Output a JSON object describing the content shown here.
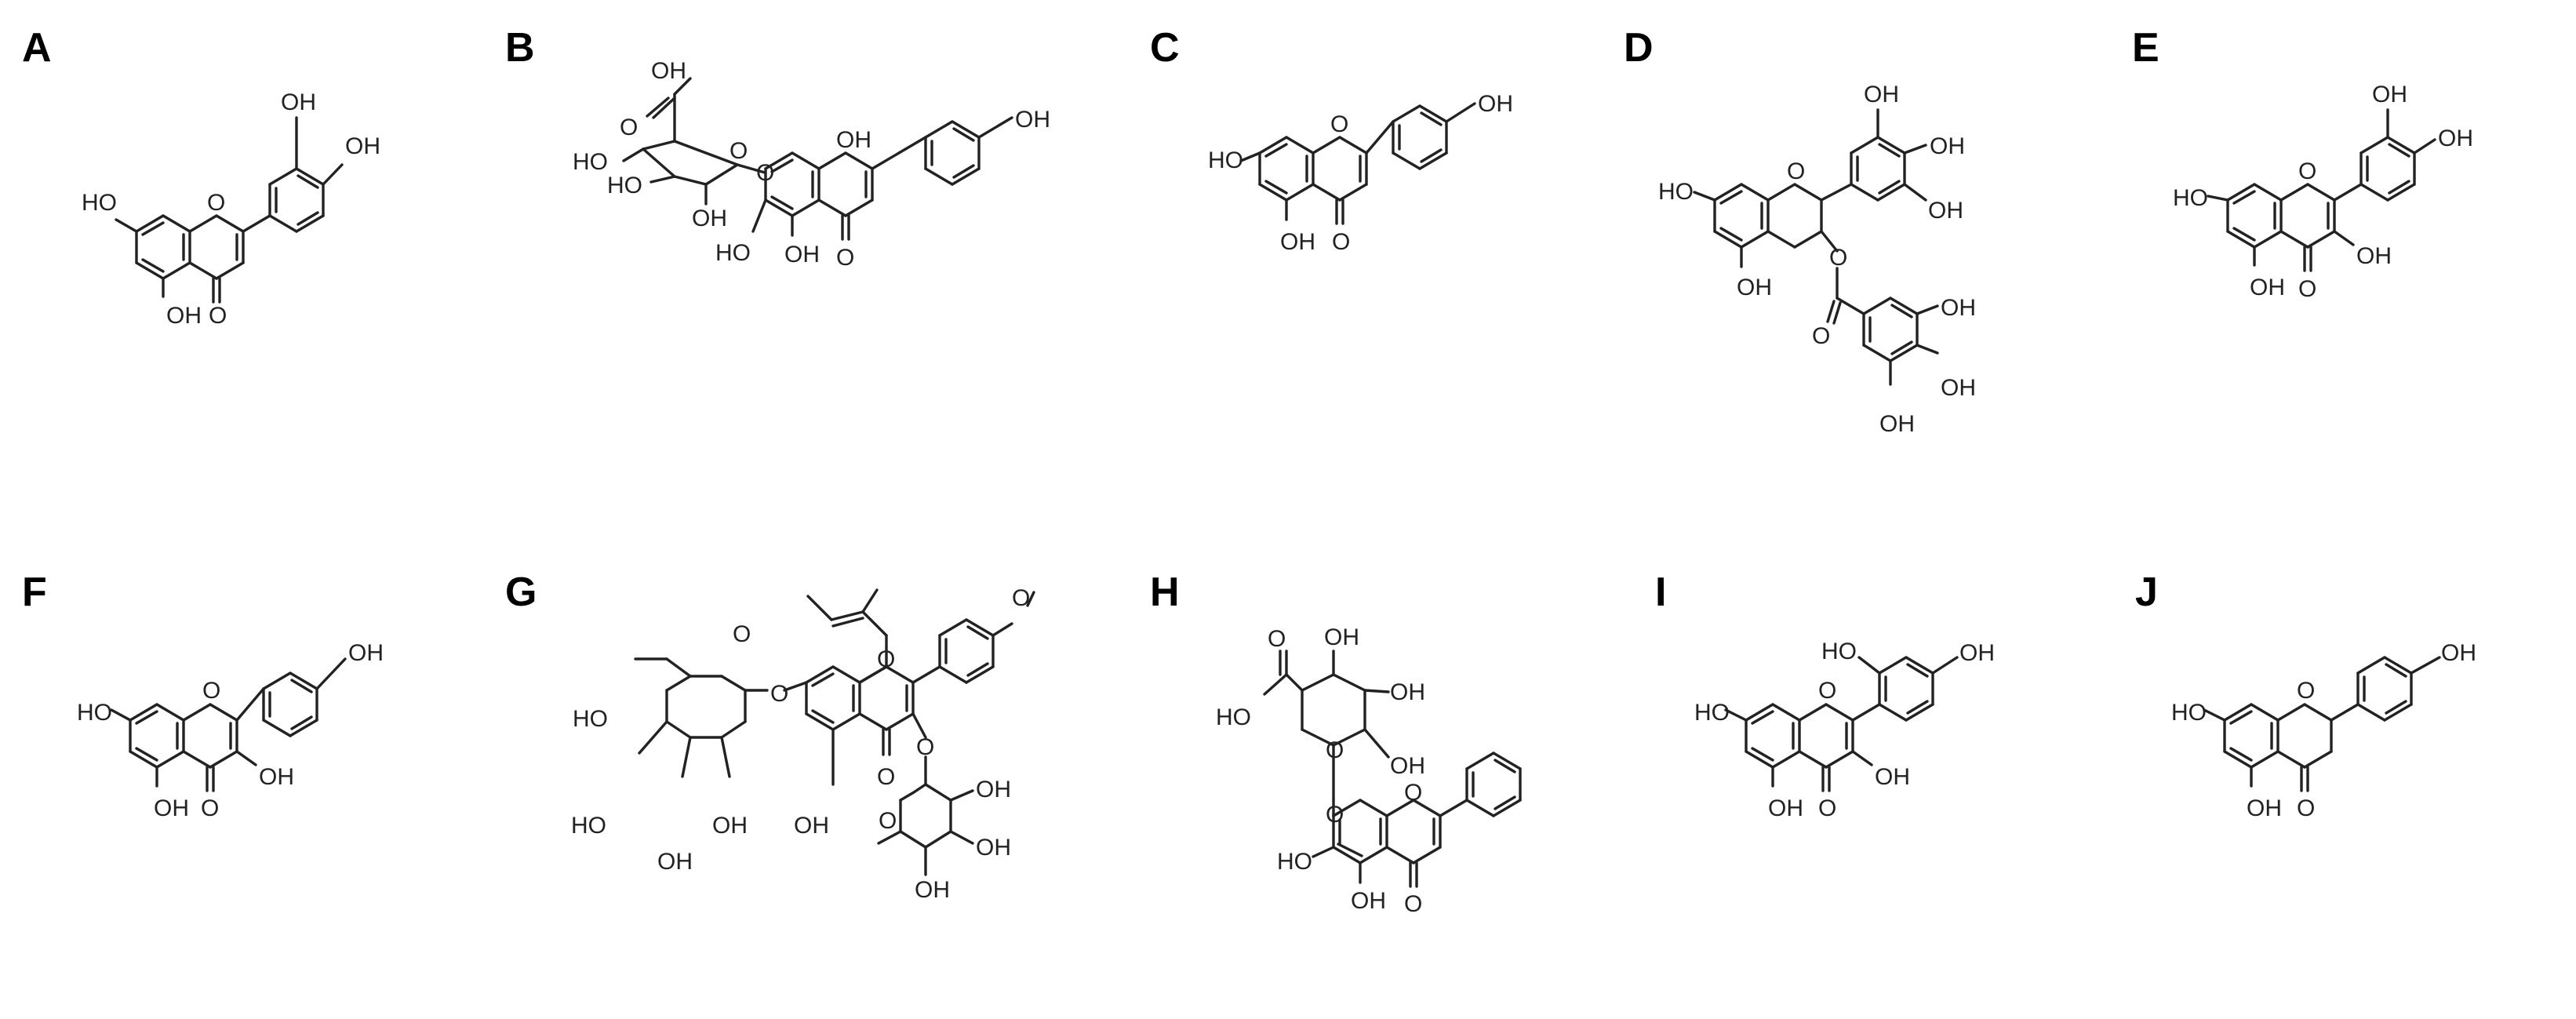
{
  "panels": [
    {
      "label": "A",
      "name": "panel-a",
      "atoms": {
        "t1": "OH",
        "t2": "OH",
        "t3": "HO",
        "t4": "O",
        "t5": "OH",
        "t6": "O"
      }
    },
    {
      "label": "B",
      "name": "panel-b",
      "atoms": {
        "t1": "OH",
        "t2": "O",
        "t3": "HO",
        "t4": "HO",
        "t5": "OH",
        "t6": "O",
        "t7": "O",
        "t8": "OH",
        "t9": "HO",
        "t10": "OH",
        "t11": "O",
        "t12": "OH"
      }
    },
    {
      "label": "C",
      "name": "panel-c",
      "atoms": {
        "t1": "OH",
        "t2": "HO",
        "t3": "O",
        "t4": "OH",
        "t5": "O"
      }
    },
    {
      "label": "D",
      "name": "panel-d",
      "atoms": {
        "t1": "OH",
        "t2": "OH",
        "t3": "OH",
        "t4": "HO",
        "t5": "O",
        "t6": "OH",
        "t7": "O",
        "t8": "O",
        "t9": "OH",
        "t10": "OH",
        "t11": "OH"
      }
    },
    {
      "label": "E",
      "name": "panel-e",
      "atoms": {
        "t1": "OH",
        "t2": "OH",
        "t3": "HO",
        "t4": "O",
        "t5": "OH",
        "t6": "O",
        "t7": "OH"
      }
    },
    {
      "label": "F",
      "name": "panel-f",
      "atoms": {
        "t1": "OH",
        "t2": "HO",
        "t3": "O",
        "t4": "OH",
        "t5": "O",
        "t6": "OH"
      }
    },
    {
      "label": "G",
      "name": "panel-g",
      "atoms": {
        "t1": "O",
        "t2": "HO",
        "t3": "O",
        "t4": "O",
        "t5": "O",
        "t6": "HO",
        "t7": "OH",
        "t8": "OH",
        "t9": "OH",
        "t10": "O",
        "t11": "O",
        "t12": "O",
        "t13": "OH",
        "t14": "OH",
        "t15": "OH"
      }
    },
    {
      "label": "H",
      "name": "panel-h",
      "atoms": {
        "t1": "O",
        "t2": "OH",
        "t3": "HO",
        "t4": "OH",
        "t5": "O",
        "t6": "OH",
        "t7": "O",
        "t8": "O",
        "t9": "HO",
        "t10": "OH",
        "t11": "O"
      }
    },
    {
      "label": "I",
      "name": "panel-i",
      "atoms": {
        "t1": "HO",
        "t2": "OH",
        "t3": "HO",
        "t4": "O",
        "t5": "OH",
        "t6": "O",
        "t7": "OH"
      }
    },
    {
      "label": "J",
      "name": "panel-j",
      "atoms": {
        "t1": "OH",
        "t2": "HO",
        "t3": "O",
        "t4": "OH",
        "t5": "O"
      }
    }
  ]
}
